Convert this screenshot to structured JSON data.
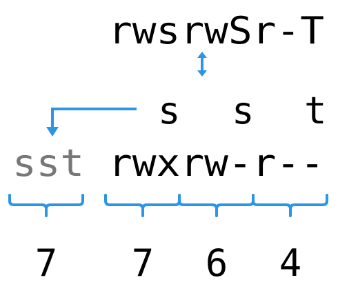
{
  "rows": {
    "top": "rwsrwSr-T",
    "special_bits": [
      "s",
      "s",
      "t"
    ],
    "special_label": "sst",
    "base": "rwxrw-r--"
  },
  "octal_digits": [
    "7",
    "7",
    "6",
    "4"
  ],
  "colors": {
    "text": "#000000",
    "muted": "#777777",
    "accent": "#2b95e6"
  }
}
